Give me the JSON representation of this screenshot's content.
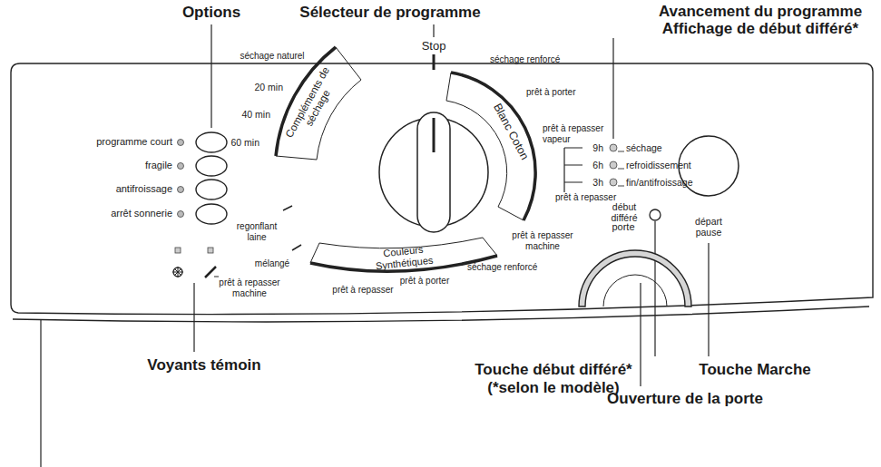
{
  "diagram": {
    "labels": [
      "Options",
      "Sélecteur de programme",
      "Avancement du programme",
      "Affichage de début différé*",
      "programme court",
      "fragile",
      "antifroissage",
      "arrêt sonnerie",
      "Stop",
      "séchage naturel",
      "20 min",
      "40 min",
      "60 min",
      "Compléments de séchage",
      "regonflant laine",
      "mélangé",
      "Couleurs Synthétiques",
      "prêt à repasser machine",
      "prêt à repasser",
      "prêt à porter",
      "séchage renforcé",
      "séchage renforcé",
      "prêt à porter",
      "prêt à repasser vapeur",
      "Blanc Coton",
      "prêt à repasser",
      "prêt à repasser machine",
      "9h",
      "séchage",
      "6h",
      "refroidissement",
      "3h",
      "fin/antifroissage",
      "début différé",
      "départ pause",
      "porte",
      "Voyants témoin",
      "Touche début différé*",
      "(*selon le modèle)",
      "Touche Marche",
      "Ouverture de la porte"
    ]
  }
}
